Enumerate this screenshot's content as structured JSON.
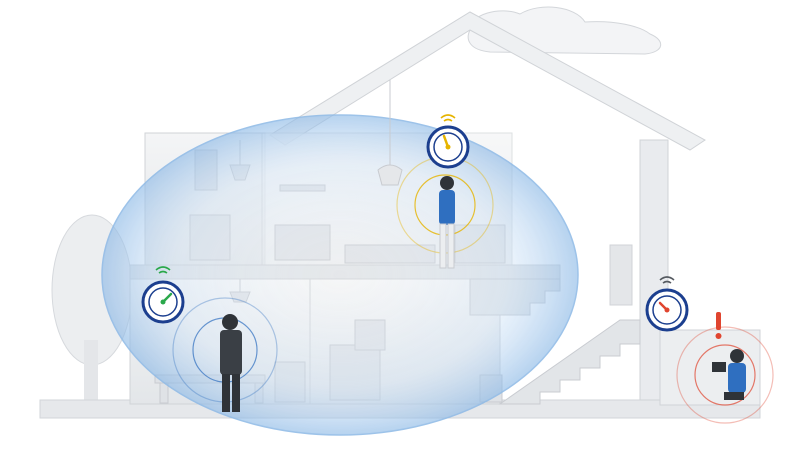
{
  "scene": {
    "description_visible_text": "",
    "colors": {
      "background": "#ffffff",
      "house_wall": "#eef0f2",
      "house_shadow": "#d6d9dd",
      "coverage_bubble": "#b9d6f2",
      "coverage_edge": "#8db9e6",
      "badge_ring": "#1c3f8f",
      "signal_good": "#2aa84a",
      "signal_ok": "#e6b400",
      "signal_bad": "#e0452f",
      "person_blue": "#2f6fc0",
      "person_dark": "#2f3338"
    },
    "icons": {
      "cloud": "cloud-icon",
      "router": "wifi-router-icon",
      "signal_gauge": "speed-gauge-icon",
      "wifi": "wifi-icon",
      "alert": "exclamation-icon"
    },
    "signal_levels": {
      "upstairs_woman": "ok",
      "downstairs_man": "good",
      "garage_person": "bad"
    }
  }
}
